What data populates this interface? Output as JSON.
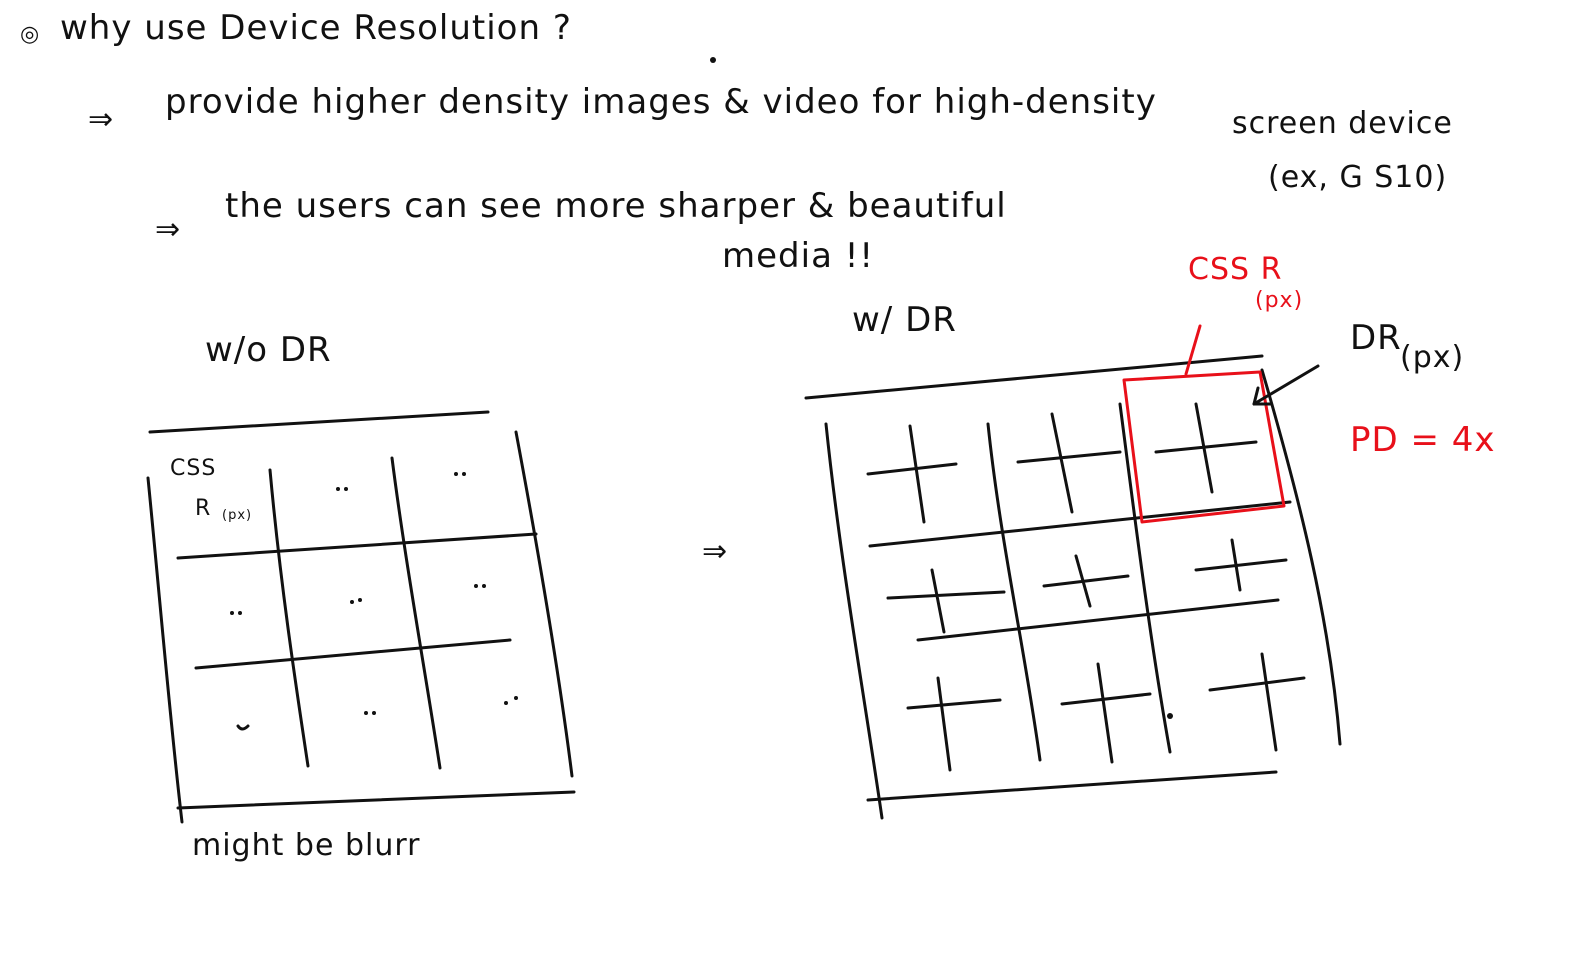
{
  "header": {
    "bullet": "◎",
    "question": "why use Device Resolution ?"
  },
  "points": {
    "arrow": "⇒",
    "line1": "provide higher density images & video for high-density",
    "line1b": "screen device",
    "example": "(ex, G S10)",
    "line2": "the users can see more sharper & beautiful",
    "line2b": "media !!"
  },
  "left_grid": {
    "title": "w/o DR",
    "cell_label_1": "CSS",
    "cell_label_2": "R",
    "cell_label_unit": "(px)",
    "caption": "might be blurr"
  },
  "middle_arrow": "⇒",
  "right_grid": {
    "title": "w/ DR",
    "css_label": "CSS R",
    "css_unit": "(px)",
    "dr_label": "DR",
    "dr_unit": "(px)",
    "pd_label": "PD = 4x"
  },
  "colors": {
    "ink": "#111111",
    "highlight": "#e8101a",
    "background": "#ffffff"
  }
}
